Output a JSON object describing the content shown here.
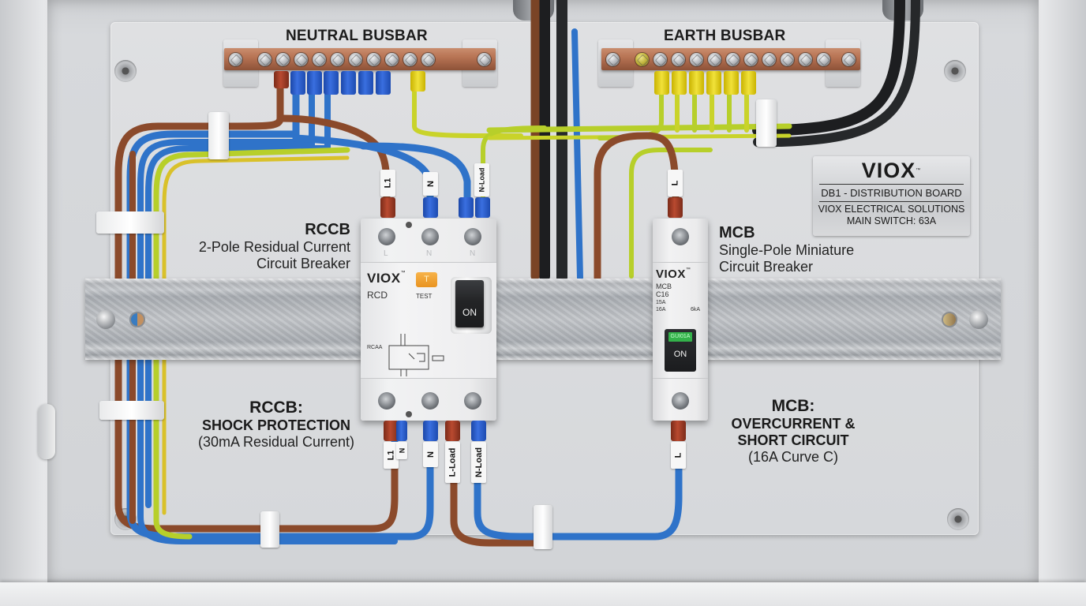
{
  "diagram": {
    "type": "electrical distribution board wiring illustration",
    "colors": {
      "live_brown": "#8b4a2b",
      "neutral_blue": "#2f73c9",
      "earth_green_yellow": "#b7cf2a",
      "incomer_black": "#1d1e20",
      "copper_busbar": "#b87454",
      "test_button_orange": "#f0a02f",
      "mcb_indicator_green": "#33b24a"
    }
  },
  "busbars": {
    "neutral": {
      "title": "NEUTRAL BUSBAR",
      "screw_count": 12
    },
    "earth": {
      "title": "EARTH BUSBAR",
      "screw_count": 13
    }
  },
  "nameplate": {
    "logo": "VIOX",
    "trademark": "™",
    "board_id": "DB1 - DISTRIBUTION BOARD",
    "company": "VIOX ELECTRICAL SOLUTIONS",
    "main_switch": "MAIN SWITCH: 63A"
  },
  "rccb": {
    "brand": "VIOX",
    "trademark": "™",
    "model": "RCD",
    "test_label": "TEST",
    "test_button_glyph": "T",
    "switch_state": "ON",
    "schematic_label": "RCAA",
    "top_terminals": [
      "L",
      "N",
      "N"
    ],
    "annotation": {
      "title": "RCCB",
      "line1": "2-Pole Residual Current",
      "line2": "Circuit Breaker"
    },
    "function_note": {
      "title": "RCCB:",
      "line1": "SHOCK PROTECTION",
      "line2": "(30mA Residual Current)"
    }
  },
  "mcb": {
    "brand": "VIOX",
    "trademark": "™",
    "type": "MCB",
    "curve_rating": "C16",
    "rating_line1": "15A",
    "rating_line2": "16A",
    "breaking_capacity": "6kA",
    "indicator_text": "GUI01A",
    "switch_state": "ON",
    "annotation": {
      "title": "MCB",
      "line1": "Single-Pole Miniature",
      "line2": "Circuit Breaker"
    },
    "function_note": {
      "title": "MCB:",
      "line1": "OVERCURRENT &",
      "line2": "SHORT CIRCUIT",
      "line3": "(16A Curve C)"
    }
  },
  "wire_labels": {
    "rccb_in": [
      "L1",
      "N",
      "N-Load"
    ],
    "rccb_out": [
      "L1",
      "N",
      "N",
      "L-Load",
      "N-Load"
    ],
    "mcb_in": "L",
    "mcb_out": "L"
  }
}
